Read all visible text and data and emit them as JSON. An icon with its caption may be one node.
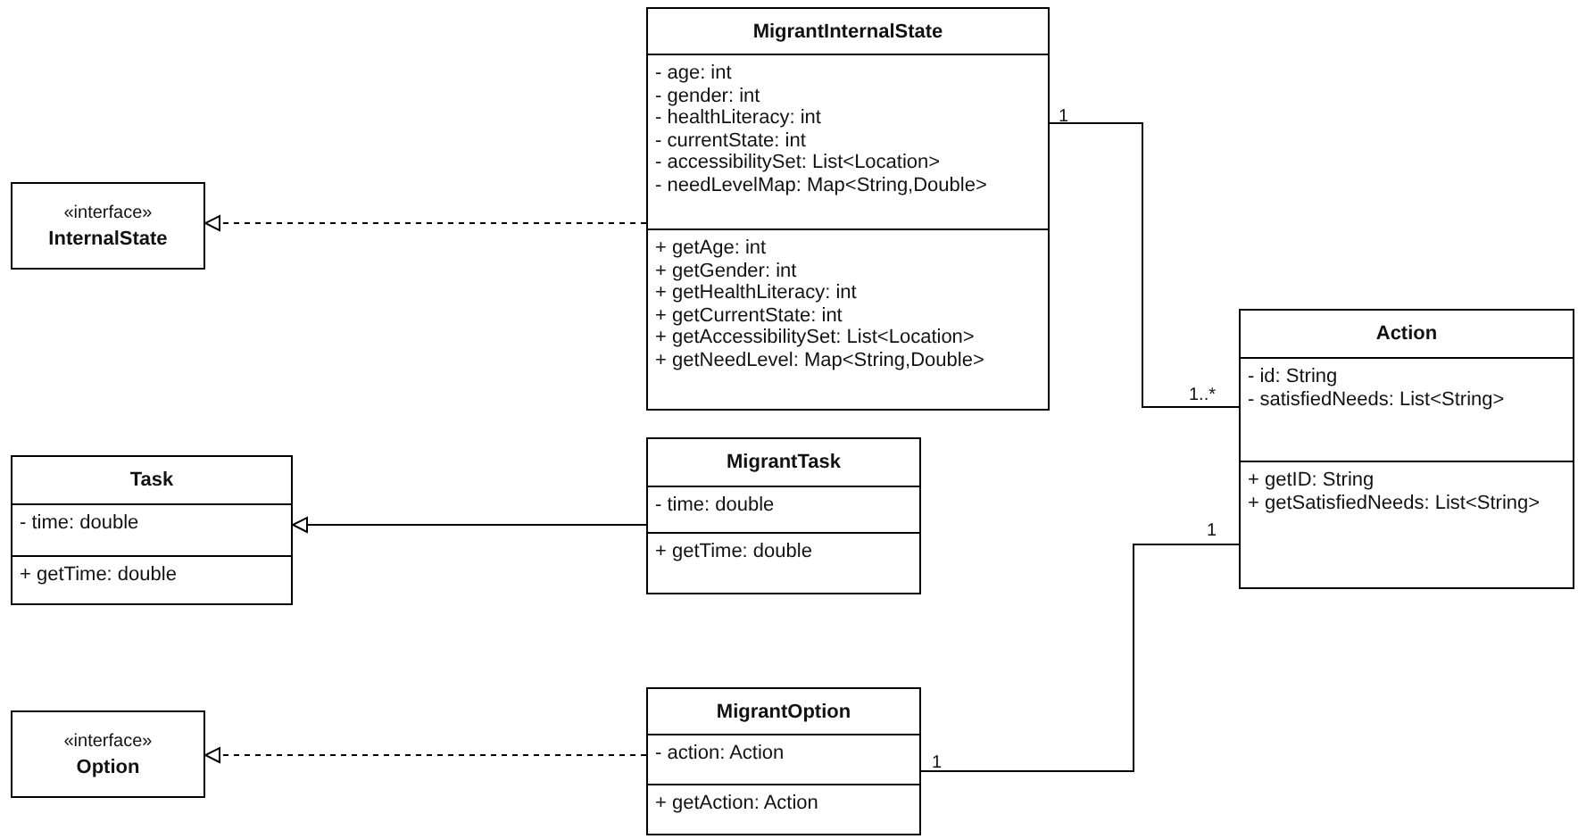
{
  "diagram": {
    "nodes": [
      {
        "text": [
          "MigrantInternalState"
        ]
      },
      {
        "text": [
          "- age: int",
          "- gender: int",
          "- healthLiteracy: int",
          "- currentState: int",
          "- accessibilitySet: List<Location>",
          "- needLevelMap: Map<String,Double>"
        ],
        "in": 0
      },
      {
        "text": [
          "+ getAge: int",
          "+ getGender: int",
          "+ getHealthLiteracy: int",
          "+ getCurrentState: int",
          "+ getAccessibilitySet: List<Location>",
          "+ getNeedLevel: Map<String,Double>"
        ],
        "in": 0
      },
      {
        "text": [
          "«interface»",
          "InternalState"
        ]
      },
      {
        "text": [
          "Action"
        ]
      },
      {
        "text": [
          "- id: String",
          "- satisfiedNeeds: List<String>"
        ],
        "in": 4
      },
      {
        "text": [
          "+ getID: String",
          "+ getSatisfiedNeeds: List<String>"
        ],
        "in": 4
      },
      {
        "text": [
          "Task"
        ]
      },
      {
        "text": [
          "- time: double"
        ],
        "in": 7
      },
      {
        "text": [
          "+ getTime: double"
        ],
        "in": 7
      },
      {
        "text": [
          "MigrantTask"
        ]
      },
      {
        "text": [
          "- time: double"
        ],
        "in": 10
      },
      {
        "text": [
          "+ getTime: double"
        ],
        "in": 10
      },
      {
        "text": [
          "«interface»",
          "Option"
        ]
      },
      {
        "text": [
          "MigrantOption"
        ]
      },
      {
        "text": [
          "- action: Action"
        ],
        "in": 14
      },
      {
        "text": [
          "+ getAction: Action"
        ],
        "in": 14
      }
    ],
    "edges": [
      {
        "from": 0,
        "to": 3,
        "arrow": "to",
        "style": "dashed"
      },
      {
        "from": 10,
        "to": 7,
        "arrow": "to"
      },
      {
        "from": 14,
        "to": 13,
        "arrow": "to",
        "style": "dashed"
      },
      {
        "from": 0,
        "to": 4,
        "arrow": "none"
      },
      {
        "from": 14,
        "to": 4,
        "arrow": "none"
      }
    ],
    "labels": [
      "1",
      "1..*",
      "1",
      "1"
    ]
  }
}
